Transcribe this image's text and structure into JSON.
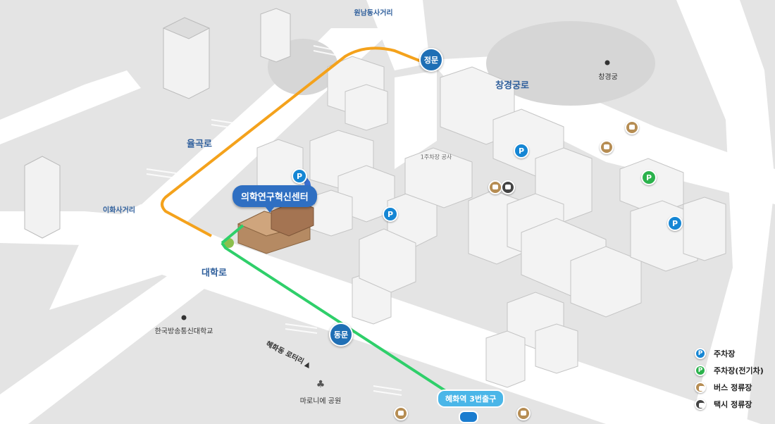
{
  "roads": {
    "wonnam": "원남동사거리",
    "changgyeonggung_ro": "창경궁로",
    "yulgok_ro": "율곡로",
    "ihwa": "이화사거리",
    "daehak_ro": "대학로",
    "hyehwa_rotary": "혜화동 로터리 ▲"
  },
  "places": {
    "changgyeonggung": "창경궁",
    "knou": "한국방송통신대학교",
    "marronnier": "마로니에 공원",
    "parking_construction": "1주차장 공사"
  },
  "gates": {
    "main": "정문",
    "east": "동문"
  },
  "destination": "의학연구혁신센터",
  "subway_exit": "혜화역 3번출구",
  "parking_symbol": "P",
  "legend": [
    {
      "icon": "parking-icon",
      "label": "주차장"
    },
    {
      "icon": "ev-parking-icon",
      "label": "주차장(전기차)"
    },
    {
      "icon": "bus-stop-icon",
      "label": "버스 정류장"
    },
    {
      "icon": "taxi-stop-icon",
      "label": "택시 정류장"
    }
  ],
  "colors": {
    "orange_route": "#f4a21c",
    "green_route": "#2fcf6a",
    "gate_blue": "#1f6fb5",
    "parking_blue": "#1586d4",
    "ev_green": "#2bb24c",
    "bus_brown": "#b68d53",
    "taxi_dark": "#444444",
    "callout_blue": "#2f6fc2",
    "exit_lightblue": "#4ab6e8"
  }
}
